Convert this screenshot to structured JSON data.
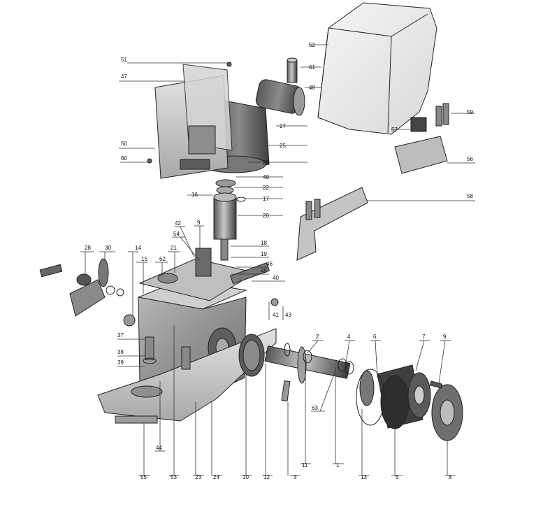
{
  "diagram": {
    "callouts": [
      {
        "id": "51",
        "label": "51"
      },
      {
        "id": "47",
        "label": "47"
      },
      {
        "id": "52",
        "label": "52"
      },
      {
        "id": "61",
        "label": "61"
      },
      {
        "id": "48",
        "label": "48"
      },
      {
        "id": "27",
        "label": "27"
      },
      {
        "id": "25",
        "label": "25"
      },
      {
        "id": "50",
        "label": "50"
      },
      {
        "id": "60",
        "label": "60"
      },
      {
        "id": "26",
        "label": "26"
      },
      {
        "id": "49",
        "label": "49"
      },
      {
        "id": "22",
        "label": "22"
      },
      {
        "id": "16",
        "label": "16"
      },
      {
        "id": "17",
        "label": "17"
      },
      {
        "id": "20",
        "label": "20"
      },
      {
        "id": "59",
        "label": "59"
      },
      {
        "id": "57",
        "label": "57"
      },
      {
        "id": "56",
        "label": "56"
      },
      {
        "id": "58",
        "label": "58"
      },
      {
        "id": "42",
        "label": "42"
      },
      {
        "id": "9a",
        "label": "9"
      },
      {
        "id": "54",
        "label": "54"
      },
      {
        "id": "18",
        "label": "18"
      },
      {
        "id": "28",
        "label": "28"
      },
      {
        "id": "30",
        "label": "30"
      },
      {
        "id": "14",
        "label": "14"
      },
      {
        "id": "21",
        "label": "21"
      },
      {
        "id": "19",
        "label": "19"
      },
      {
        "id": "46",
        "label": "46"
      },
      {
        "id": "15",
        "label": "15"
      },
      {
        "id": "62",
        "label": "62"
      },
      {
        "id": "45",
        "label": "45"
      },
      {
        "id": "40",
        "label": "40"
      },
      {
        "id": "41",
        "label": "41"
      },
      {
        "id": "43",
        "label": "43"
      },
      {
        "id": "37",
        "label": "37"
      },
      {
        "id": "2",
        "label": "2"
      },
      {
        "id": "4",
        "label": "4"
      },
      {
        "id": "6",
        "label": "6"
      },
      {
        "id": "7",
        "label": "7"
      },
      {
        "id": "9b",
        "label": "9"
      },
      {
        "id": "38",
        "label": "38"
      },
      {
        "id": "39",
        "label": "39"
      },
      {
        "id": "63",
        "label": "63"
      },
      {
        "id": "44",
        "label": "44"
      },
      {
        "id": "55",
        "label": "55"
      },
      {
        "id": "53",
        "label": "53"
      },
      {
        "id": "23",
        "label": "23"
      },
      {
        "id": "24",
        "label": "24"
      },
      {
        "id": "10",
        "label": "10"
      },
      {
        "id": "12",
        "label": "12"
      },
      {
        "id": "3",
        "label": "3"
      },
      {
        "id": "11",
        "label": "11"
      },
      {
        "id": "1",
        "label": "1"
      },
      {
        "id": "13",
        "label": "13"
      },
      {
        "id": "5",
        "label": "5"
      },
      {
        "id": "8",
        "label": "8"
      }
    ]
  }
}
